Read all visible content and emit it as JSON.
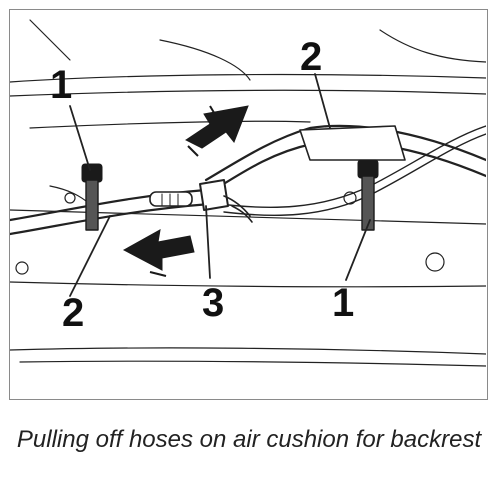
{
  "figure": {
    "callouts": {
      "clip_left": "1",
      "hose_upper": "2",
      "hose_lower": "2",
      "connector": "3",
      "clip_right": "1"
    },
    "caption": "Pulling off hoses on air cushion for backrest"
  }
}
